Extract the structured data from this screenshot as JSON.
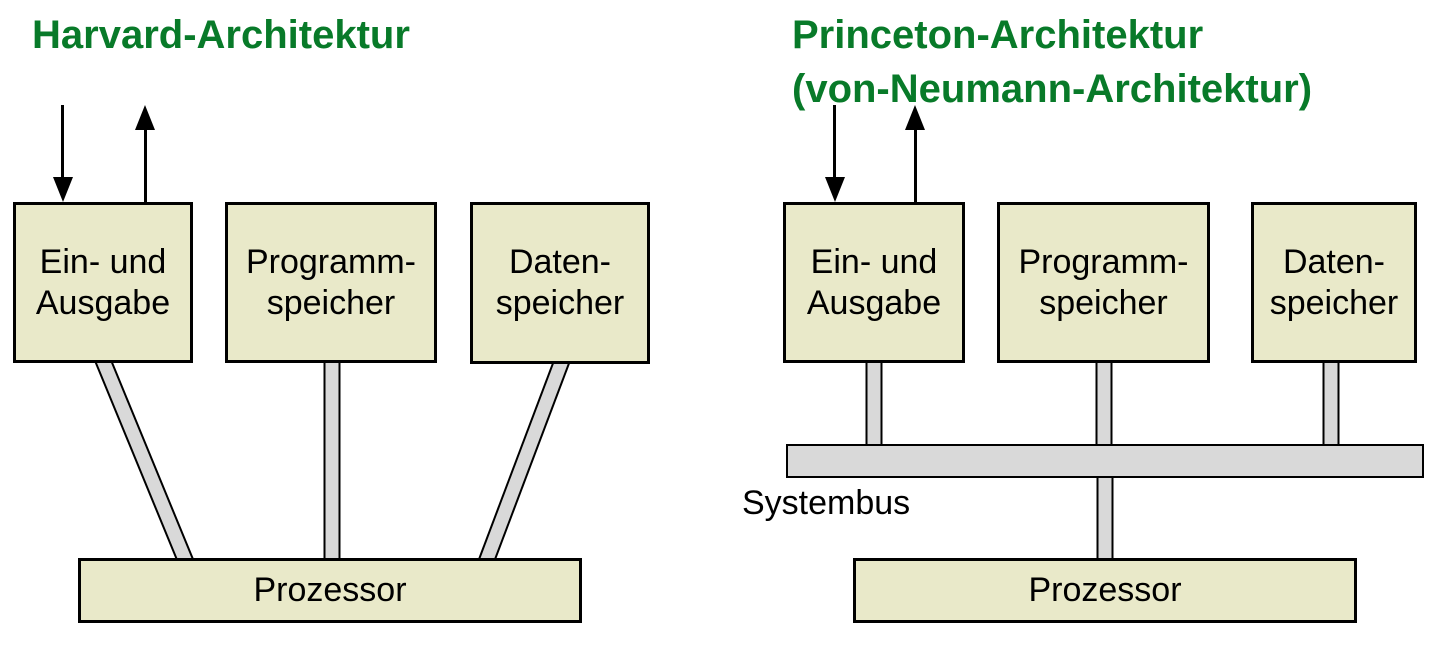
{
  "colors": {
    "title_green": "#087a29",
    "box_fill": "#e9e9c9",
    "bus_fill": "#d9d9d9",
    "outline": "#000000"
  },
  "left": {
    "title": "Harvard-Architektur",
    "io_box": "Ein- und\nAusgabe",
    "program_box": "Programm-\nspeicher",
    "data_box": "Daten-\nspeicher",
    "processor_box": "Prozessor"
  },
  "right": {
    "title": "Princeton-Architektur\n(von-Neumann-Architektur)",
    "io_box": "Ein- und\nAusgabe",
    "program_box": "Programm-\nspeicher",
    "data_box": "Daten-\nspeicher",
    "systembus_label": "Systembus",
    "processor_box": "Prozessor"
  }
}
